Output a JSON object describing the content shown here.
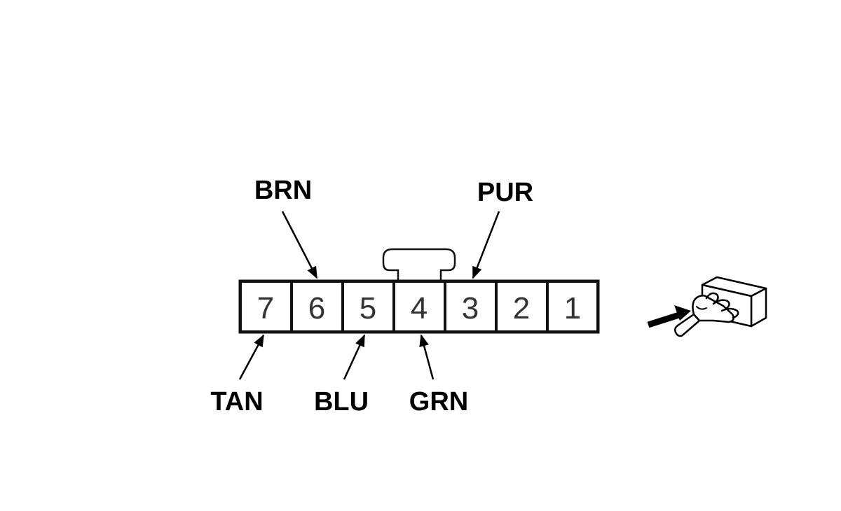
{
  "connector": {
    "pins": [
      "7",
      "6",
      "5",
      "4",
      "3",
      "2",
      "1"
    ]
  },
  "wires": {
    "brn": "BRN",
    "pur": "PUR",
    "tan": "TAN",
    "blu": "BLU",
    "grn": "GRN"
  },
  "colors": {
    "line": "#000000",
    "pin_text": "#333333",
    "background": "#ffffff"
  },
  "icons": [
    "connector-front-view-icon",
    "view-direction-arrow-icon"
  ]
}
